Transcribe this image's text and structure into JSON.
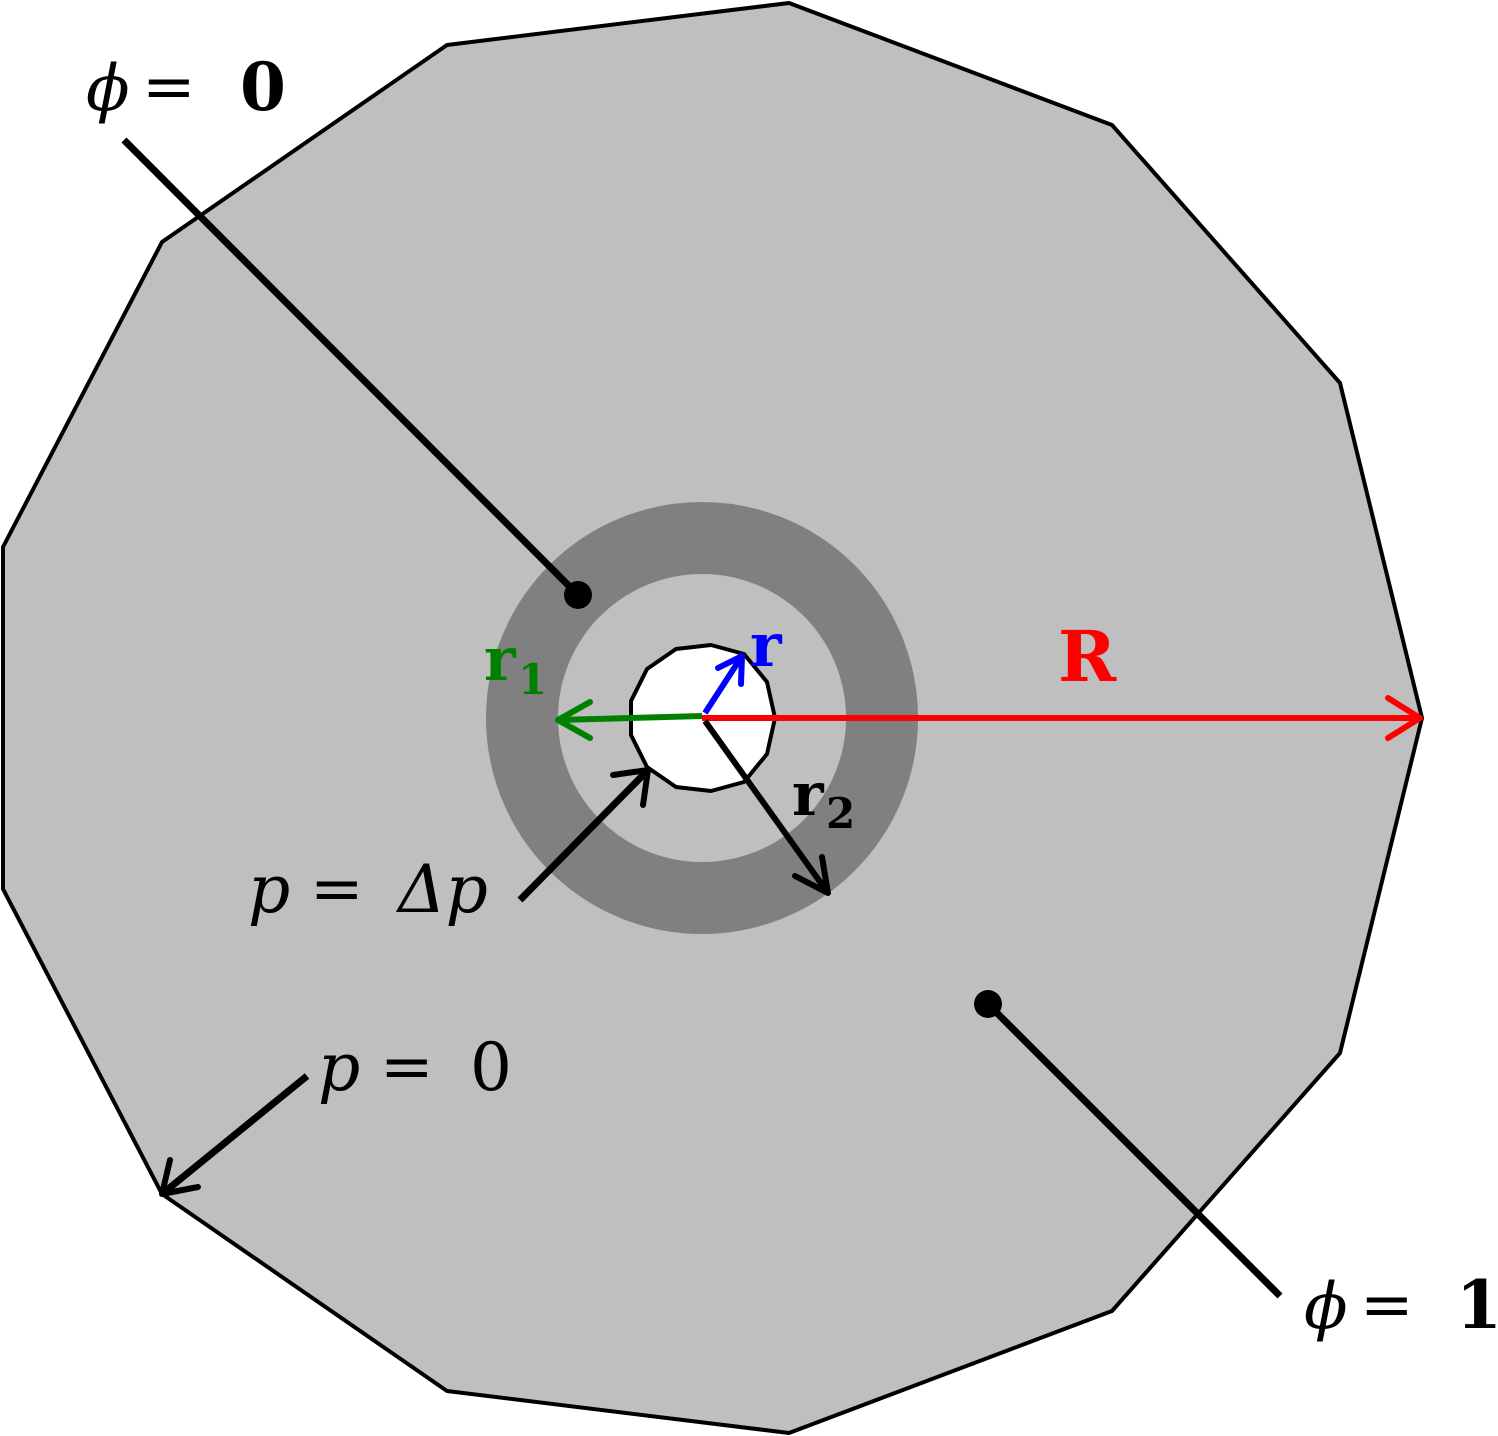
{
  "labels": {
    "phi_zero": {
      "symbol": "ϕ",
      "eq": "=",
      "value": "0"
    },
    "phi_one": {
      "symbol": "ϕ",
      "eq": "=",
      "value": "1"
    },
    "p_delta": {
      "lhs": "p",
      "eq": "=",
      "rhs": "Δp"
    },
    "p_zero": {
      "lhs": "p",
      "eq": "=",
      "rhs": "0"
    },
    "r1": {
      "base": "r",
      "sub": "1"
    },
    "r2": {
      "base": "r",
      "sub": "2"
    },
    "r": {
      "base": "r"
    },
    "R": {
      "base": "R"
    }
  },
  "colors": {
    "outer_region": "#bfbfbf",
    "annulus": "#808080",
    "inner_hole": "#ffffff",
    "outline": "#000000",
    "R_arrow": "#ff0000",
    "r1_arrow": "#008000",
    "r_arrow": "#0000ff",
    "r2_arrow": "#000000"
  }
}
